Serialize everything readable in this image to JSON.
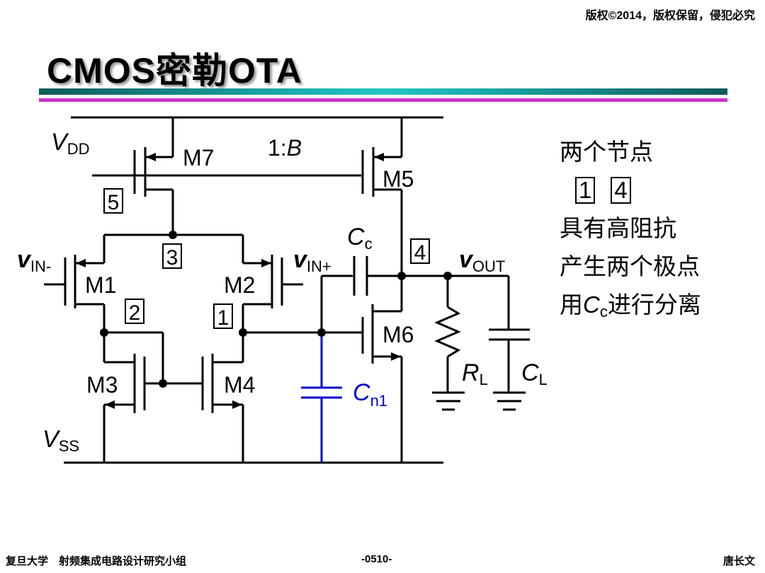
{
  "copyright": "版权©2014，版权保留，侵犯必究",
  "title": "CMOS密勒OTA",
  "circuit": {
    "vdd": {
      "main": "V",
      "sub": "DD"
    },
    "vss": {
      "main": "V",
      "sub": "SS"
    },
    "ratio": {
      "text": "1:",
      "it": "B"
    },
    "transistors": [
      "M7",
      "M5",
      "M1",
      "M2",
      "M6",
      "M3",
      "M4"
    ],
    "nodes": [
      "5",
      "3",
      "2",
      "1",
      "4"
    ],
    "vin_minus": {
      "main": "v",
      "sub": "IN-"
    },
    "vin_plus": {
      "main": "v",
      "sub": "IN+"
    },
    "vout": {
      "main": "v",
      "sub": "OUT"
    },
    "cc": {
      "main": "C",
      "sub": "c"
    },
    "cn1": {
      "main": "C",
      "sub": "n1"
    },
    "rl": {
      "main": "R",
      "sub": "L"
    },
    "cl": {
      "main": "C",
      "sub": "L"
    },
    "highlight_color": "#0000cc"
  },
  "notes": {
    "line1": "两个节点",
    "boxed": [
      "1",
      "4"
    ],
    "line3": "具有高阻抗",
    "line4": "产生两个极点",
    "line5_prefix": "用",
    "line5_cc_main": "C",
    "line5_cc_sub": "c",
    "line5_suffix": "进行分离"
  },
  "footer": {
    "left": "复旦大学　射频集成电路设计研究小组",
    "center": "-0510-",
    "right": "唐长文"
  }
}
